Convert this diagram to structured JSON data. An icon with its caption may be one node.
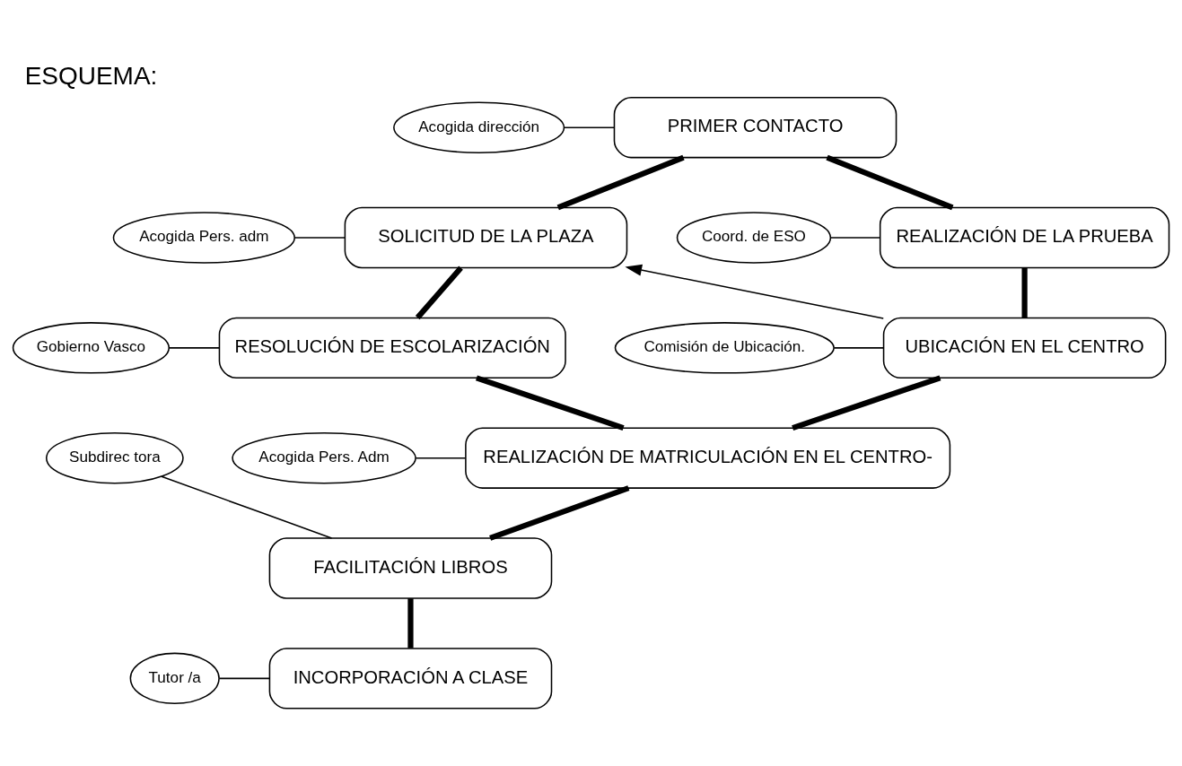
{
  "diagram": {
    "title": "ESQUEMA:",
    "nodes": [
      {
        "text": [
          "Acogida dirección"
        ]
      },
      {
        "text": [
          "PRIMER CONTACTO"
        ]
      },
      {
        "text": [
          "Coord. de ESO"
        ]
      },
      {
        "text": [
          "Acogida Pers. adm"
        ]
      },
      {
        "text": [
          "REALIZACIÓN DE LA PRUEBA"
        ]
      },
      {
        "text": [
          "SOLICITUD DE LA PLAZA"
        ]
      },
      {
        "text": [
          "UBICACIÓN EN EL CENTRO"
        ]
      },
      {
        "text": [
          "RESOLUCIÓN DE ESCOLARIZACIÓN"
        ]
      },
      {
        "text": [
          "Gobierno Vasco"
        ]
      },
      {
        "text": [
          "Comisión de Ubicación."
        ]
      },
      {
        "text": [
          "REALIZACIÓN DE MATRICULACIÓN EN EL CENTRO-"
        ]
      },
      {
        "text": [
          "Subdirec tora"
        ]
      },
      {
        "text": [
          "FACILITACIÓN LIBROS"
        ]
      },
      {
        "text": [
          "Acogida Pers. Adm"
        ]
      },
      {
        "text": [
          "INCORPORACIÓN A CLASE"
        ]
      },
      {
        "text": [
          "Tutor /a"
        ]
      }
    ],
    "edges": [
      {
        "from": 1,
        "to": 4,
        "arrow": "none",
        "style": "thick"
      },
      {
        "from": 1,
        "to": 5,
        "arrow": "none",
        "style": "thick"
      },
      {
        "from": 4,
        "to": 6,
        "arrow": "none",
        "style": "thick"
      },
      {
        "from": 6,
        "to": 5,
        "arrow": "to"
      },
      {
        "from": 5,
        "to": 7,
        "arrow": "none",
        "style": "thick"
      },
      {
        "from": 6,
        "to": 10,
        "arrow": "none",
        "style": "thick"
      },
      {
        "from": 7,
        "to": 10,
        "arrow": "none",
        "style": "thick"
      },
      {
        "from": 10,
        "to": 12,
        "arrow": "none",
        "style": "thick"
      },
      {
        "from": 12,
        "to": 14,
        "arrow": "none",
        "style": "thick"
      },
      {
        "from": 0,
        "to": 1,
        "arrow": "none"
      },
      {
        "from": 2,
        "to": 4,
        "arrow": "none"
      },
      {
        "from": 3,
        "to": 5,
        "arrow": "none"
      },
      {
        "from": 8,
        "to": 7,
        "arrow": "none"
      },
      {
        "from": 9,
        "to": 6,
        "arrow": "none"
      },
      {
        "from": 13,
        "to": 10,
        "arrow": "none"
      },
      {
        "from": 11,
        "to": 12,
        "arrow": "none"
      },
      {
        "from": 15,
        "to": 14,
        "arrow": "none"
      }
    ]
  }
}
